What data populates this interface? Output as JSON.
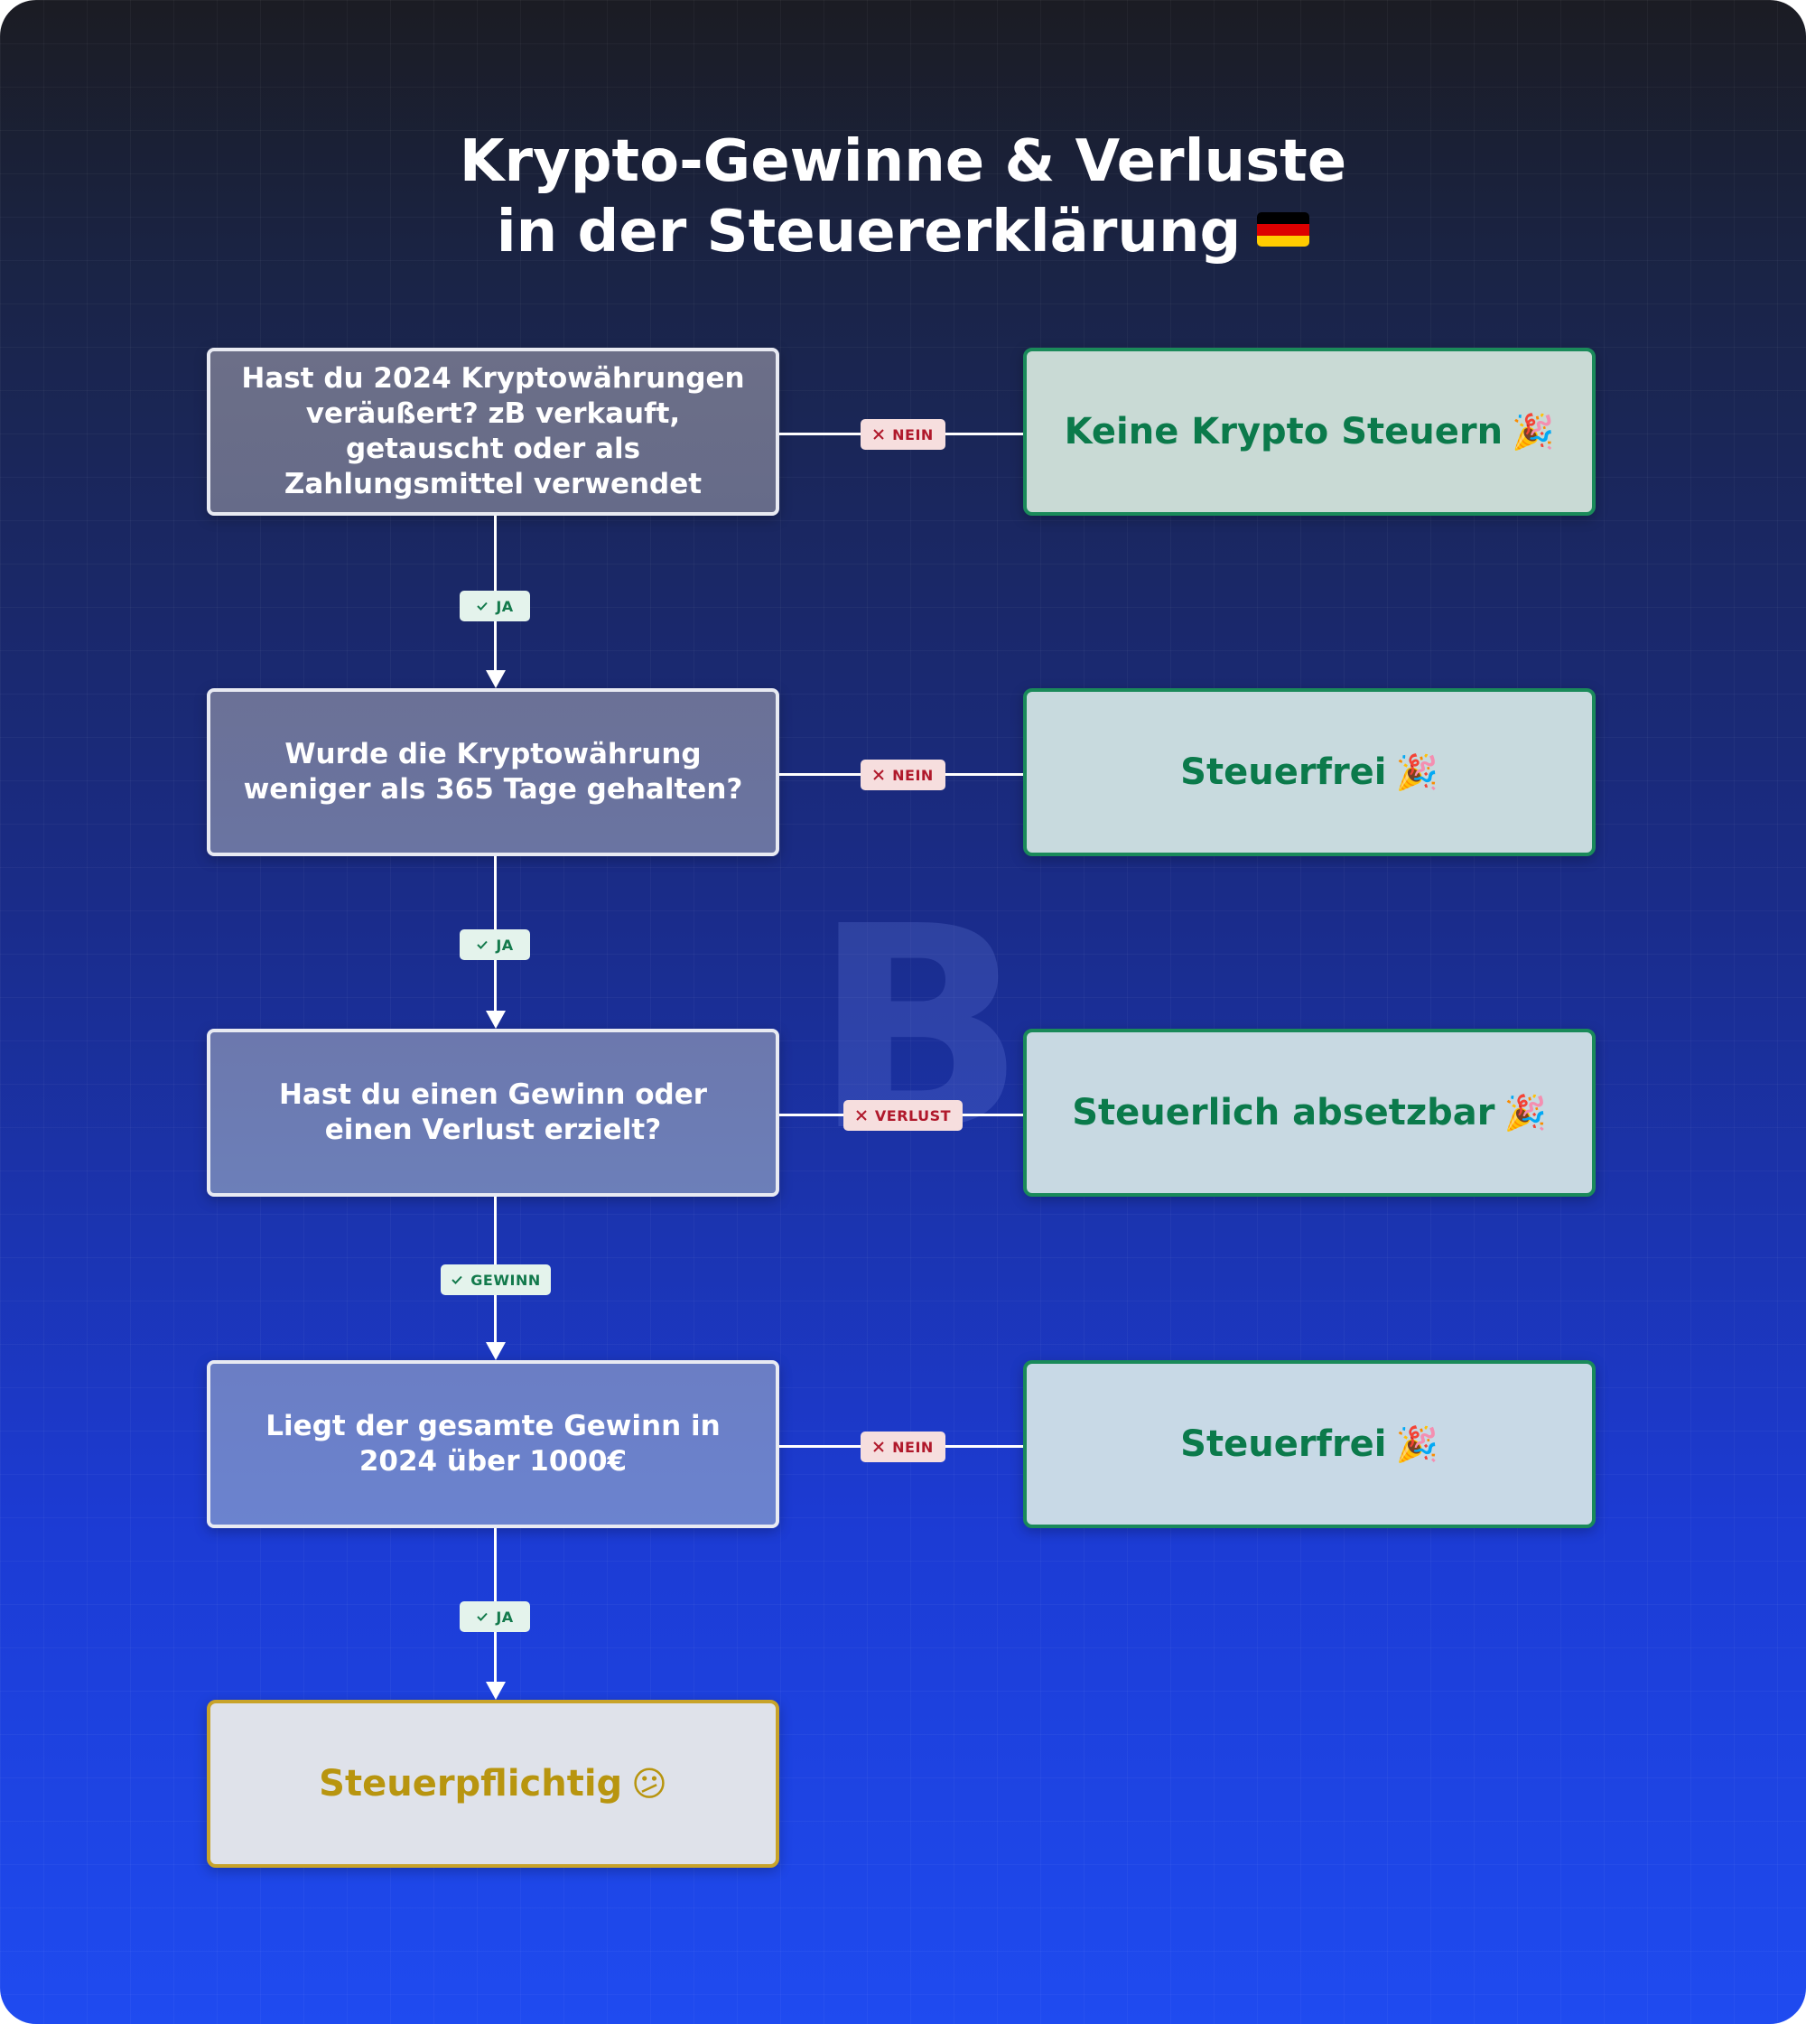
{
  "title": {
    "line1": "Krypto-Gewinne & Verluste",
    "line2": "in der Steuererklärung",
    "flag": "germany-flag"
  },
  "colors": {
    "question_box_top": "#6a6f8a",
    "answer_green": "#0b7a4b",
    "answer_box_bg": "#c9dcd6",
    "final_text": "#b8950f",
    "badge_red_text": "#b0182b",
    "badge_green_text": "#137a4c"
  },
  "questions": [
    {
      "text": "Hast du 2024 Kryptowährungen veräußert? zB verkauft, getauscht oder als Zahlungsmittel verwendet"
    },
    {
      "text": "Wurde die Kryptowährung weniger als 365 Tage gehalten?"
    },
    {
      "text": "Hast du einen Gewinn oder einen Verlust erzielt?"
    },
    {
      "text": "Liegt der gesamte Gewinn in 2024 über 1000€"
    }
  ],
  "outcomes": [
    {
      "text": "Keine Krypto Steuern",
      "icon": "party-popper-icon"
    },
    {
      "text": "Steuerfrei",
      "icon": "party-popper-icon"
    },
    {
      "text": "Steuerlich absetzbar",
      "icon": "party-popper-icon"
    },
    {
      "text": "Steuerfrei",
      "icon": "party-popper-icon"
    }
  ],
  "final": {
    "text": "Steuerpflichtig",
    "icon": "confused-face-icon"
  },
  "side_labels": [
    "NEIN",
    "NEIN",
    "VERLUST",
    "NEIN"
  ],
  "down_labels": [
    "JA",
    "JA",
    "GEWINN",
    "JA"
  ]
}
